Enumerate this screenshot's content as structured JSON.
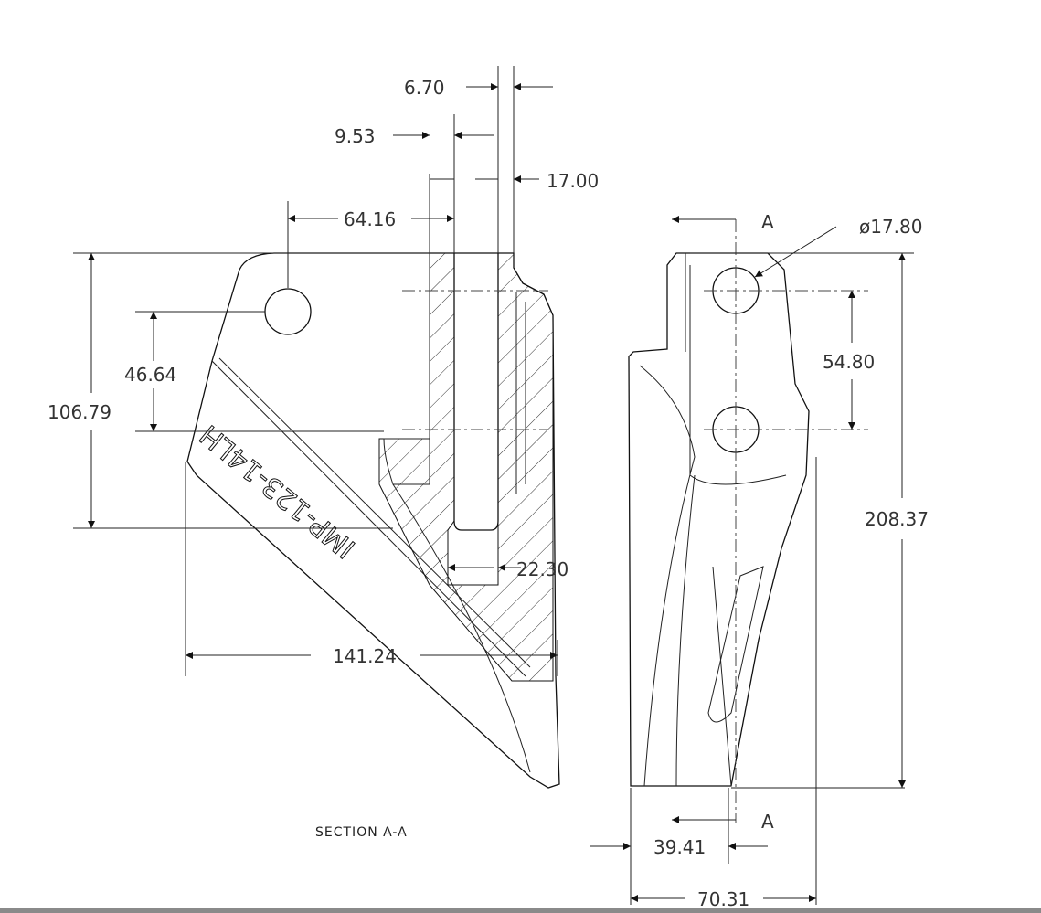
{
  "drawing": {
    "part_number": "IMP-123-14LH",
    "section_label": "SECTION A-A",
    "section_marks": [
      "A",
      "A"
    ],
    "dimensions": {
      "d_6_70": "6.70",
      "d_9_53": "9.53",
      "d_17_00": "17.00",
      "d_64_16": "64.16",
      "d_46_64": "46.64",
      "d_106_79": "106.79",
      "d_22_30": "22.30",
      "d_141_24": "141.24",
      "d_dia_17_80": "ø17.80",
      "d_54_80": "54.80",
      "d_208_37": "208.37",
      "d_39_41": "39.41",
      "d_70_31": "70.31"
    }
  }
}
